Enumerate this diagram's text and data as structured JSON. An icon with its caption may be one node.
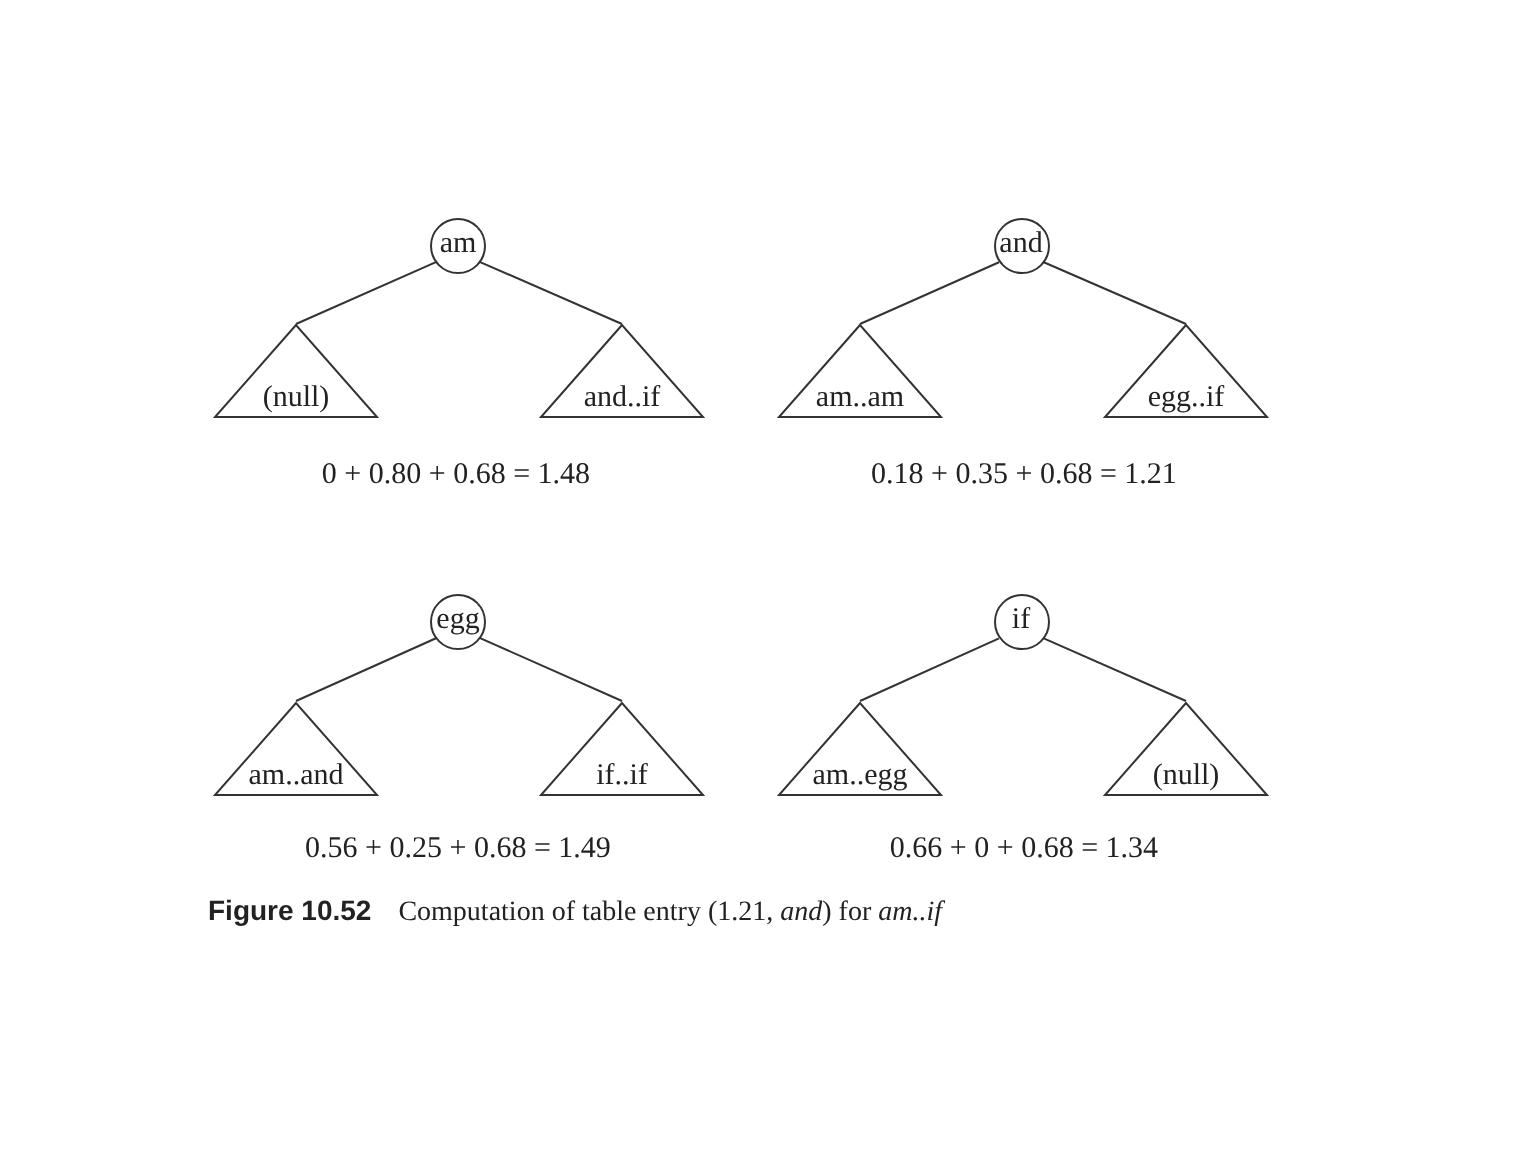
{
  "diagram": {
    "caption": "**Figure 10.52** Computation of table entry (1.21, *and*) for *am..if*",
    "nodes": [
      {
        "text": [
          "am"
        ]
      },
      {
        "text": [
          "(null)"
        ]
      },
      {
        "text": [
          "and..if"
        ]
      },
      {
        "text": [
          "and"
        ]
      },
      {
        "text": [
          "am..am"
        ]
      },
      {
        "text": [
          "egg..if"
        ]
      },
      {
        "text": [
          "egg"
        ]
      },
      {
        "text": [
          "am..and"
        ]
      },
      {
        "text": [
          "if..if"
        ]
      },
      {
        "text": [
          "if"
        ]
      },
      {
        "text": [
          "am..egg"
        ]
      },
      {
        "text": [
          "(null)"
        ]
      }
    ],
    "edges": [
      {
        "from": 0,
        "to": 1,
        "arrow": "none"
      },
      {
        "from": 0,
        "to": 2,
        "arrow": "none"
      },
      {
        "from": 3,
        "to": 4,
        "arrow": "none"
      },
      {
        "from": 3,
        "to": 5,
        "arrow": "none"
      },
      {
        "from": 6,
        "to": 7,
        "arrow": "none"
      },
      {
        "from": 6,
        "to": 8,
        "arrow": "none"
      },
      {
        "from": 9,
        "to": 10,
        "arrow": "none"
      },
      {
        "from": 9,
        "to": 11,
        "arrow": "none"
      }
    ],
    "labels": [
      "0 + 0.80 + 0.68 = 1.48",
      "0.18 + 0.35 + 0.68 = 1.21",
      "0.56 + 0.25 + 0.68 = 1.49",
      "0.66 + 0 + 0.68 = 1.34"
    ]
  }
}
